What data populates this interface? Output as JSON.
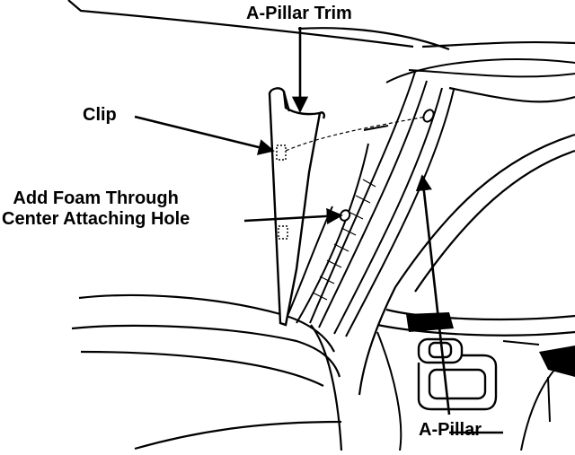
{
  "diagram": {
    "callouts": {
      "a_pillar_trim": "A-Pillar Trim",
      "clip": "Clip",
      "add_foam_line1": "Add Foam Through",
      "add_foam_line2": "Center Attaching Hole",
      "a_pillar": "A-Pillar"
    },
    "colors": {
      "ink": "#000000",
      "paper": "#ffffff"
    }
  }
}
